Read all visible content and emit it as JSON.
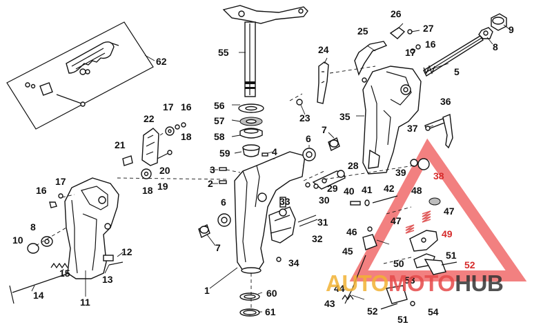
{
  "watermark": {
    "part1": "AUTO",
    "part2": "MOTO",
    "part3": "HUB",
    "colors": {
      "auto": "#f2b234",
      "moto": "#e64a4a",
      "hub": "#333333",
      "triangle": "#ee5555"
    }
  },
  "callouts": {
    "c1": "1",
    "c2": "2",
    "c3": "3",
    "c4": "4",
    "c5": "5",
    "c6a": "6",
    "c6b": "6",
    "c7a": "7",
    "c7b": "7",
    "c8a": "8",
    "c8b": "8",
    "c9": "9",
    "c10": "10",
    "c11": "11",
    "c12": "12",
    "c13": "13",
    "c14": "14",
    "c15": "15",
    "c16a": "16",
    "c16b": "16",
    "c16c": "16",
    "c17a": "17",
    "c17b": "17",
    "c17c": "17",
    "c18a": "18",
    "c18b": "18",
    "c19": "19",
    "c20": "20",
    "c21": "21",
    "c22": "22",
    "c23": "23",
    "c24": "24",
    "c25": "25",
    "c26": "26",
    "c27": "27",
    "c28": "28",
    "c29": "29",
    "c30": "30",
    "c31": "31",
    "c32": "32",
    "c33": "33",
    "c34": "34",
    "c35": "35",
    "c36": "36",
    "c37": "37",
    "c38": "38",
    "c39": "39",
    "c40": "40",
    "c41": "41",
    "c42": "42",
    "c43": "43",
    "c44": "44",
    "c45": "45",
    "c46": "46",
    "c47a": "47",
    "c47b": "47",
    "c48": "48",
    "c49": "49",
    "c50": "50",
    "c51a": "51",
    "c51b": "51",
    "c52a": "52",
    "c52b": "52",
    "c53": "53",
    "c54": "54",
    "c55": "55",
    "c56": "56",
    "c57": "57",
    "c58": "58",
    "c59": "59",
    "c60": "60",
    "c61": "61",
    "c62": "62"
  }
}
